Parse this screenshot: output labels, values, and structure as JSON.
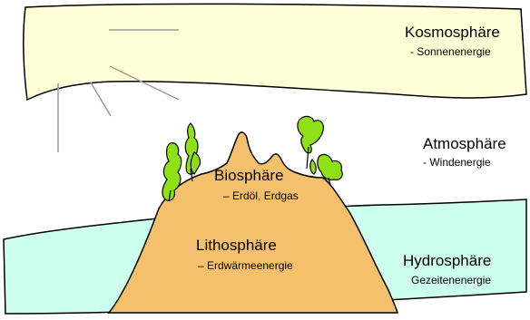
{
  "colors": {
    "sky": "#FFFFD7",
    "ocean": "#CCFFEE",
    "mountain": "#F5C06B",
    "tree": "#8FE015",
    "outline": "#000000",
    "rays": "#9A9A9A"
  },
  "spheres": {
    "kosmos": {
      "title": "Kosmosphäre",
      "energy": "- Sonnenenergie"
    },
    "atmos": {
      "title": "Atmosphäre",
      "energy": "- Windenergie"
    },
    "bio": {
      "title": "Biosphäre",
      "energy": "– Erdöl, Erdgas"
    },
    "litho": {
      "title": "Lithosphäre",
      "energy": "– Erdwärmeenergie"
    },
    "hydro": {
      "title": "Hydrosphäre",
      "energy": "Gezeitenenergie"
    }
  }
}
